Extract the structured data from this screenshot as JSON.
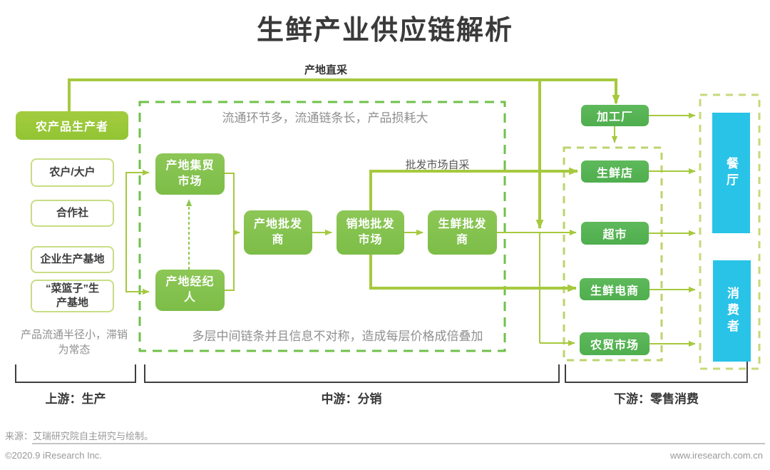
{
  "title": "生鲜产业供应链解析",
  "annotations": {
    "direct_sourcing": "产地直采",
    "wholesale_self_sourcing": "批发市场自采",
    "midstream_top_note": "流通环节多，流通链条长，产品损耗大",
    "midstream_bottom_note": "多层中间链条并且信息不对称，造成每层价格成倍叠加",
    "upstream_note": "产品流通半径小，滞销\n为常态"
  },
  "upstream": {
    "producer": "农产品生产者",
    "producer_types": [
      "农户/大户",
      "合作社",
      "企业生产基地",
      "“菜篮子”生\n产基地"
    ],
    "bracket_label": "上游：生产"
  },
  "midstream": {
    "origin_market": "产地集贸\n市场",
    "origin_broker": "产地经纪\n人",
    "origin_wholesaler": "产地批发\n商",
    "destination_market": "销地批发\n市场",
    "fresh_wholesaler": "生鲜批发\n商",
    "bracket_label": "中游：分销"
  },
  "downstream": {
    "processor": "加工厂",
    "retailers": [
      "生鲜店",
      "超市",
      "生鲜电商",
      "农贸市场"
    ],
    "consumers": [
      "餐厅",
      "消费者"
    ],
    "bracket_label": "下游：零售消费"
  },
  "footer": {
    "source": "来源：艾瑞研究院自主研究与绘制。",
    "copyright": "©2020.9 iResearch Inc.",
    "website": "www.iresearch.com.cn"
  },
  "colors": {
    "line_green": "#a6c93e",
    "producer_green": "#9cc838",
    "node_green_light": "#85c34e",
    "node_green_dark": "#56b256",
    "consumer_blue": "#29c3e8",
    "dash_green_bright": "#6fc04a",
    "dash_green_light": "#c2d775",
    "bracket_gray": "#3f3f3f"
  }
}
